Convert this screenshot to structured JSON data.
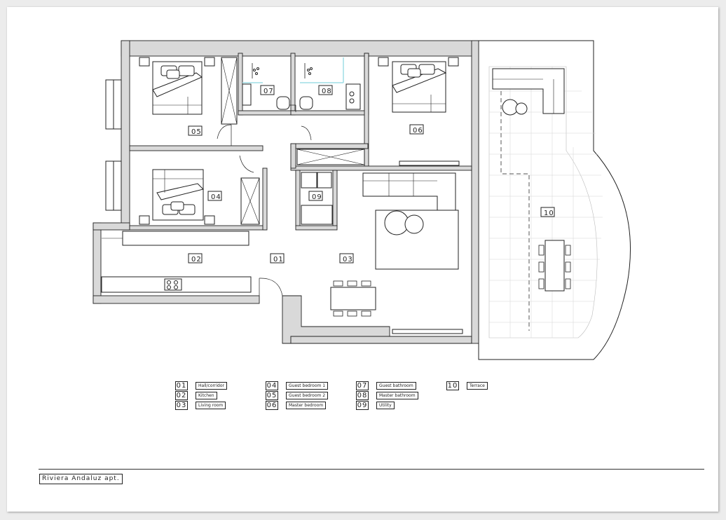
{
  "drawing": {
    "title": "Riviera Andaluz apt.",
    "room_tags": [
      "05",
      "07",
      "08",
      "06",
      "04",
      "09",
      "10",
      "02",
      "01",
      "03"
    ],
    "legend": [
      {
        "num": "01",
        "name": "Hall/corridor"
      },
      {
        "num": "02",
        "name": "Kitchen"
      },
      {
        "num": "03",
        "name": "Living room"
      },
      {
        "num": "04",
        "name": "Guest bedroom 1"
      },
      {
        "num": "05",
        "name": "Guest bedroom 2"
      },
      {
        "num": "06",
        "name": "Master bedroom"
      },
      {
        "num": "07",
        "name": "Guest bathroom"
      },
      {
        "num": "08",
        "name": "Master bathroom"
      },
      {
        "num": "09",
        "name": "Utility"
      },
      {
        "num": "10",
        "name": "Terrace"
      }
    ],
    "colors": {
      "wall_fill": "#d9d9d9",
      "line": "#222222",
      "shower_accent": "#9fdde6",
      "paper": "#ffffff"
    }
  }
}
